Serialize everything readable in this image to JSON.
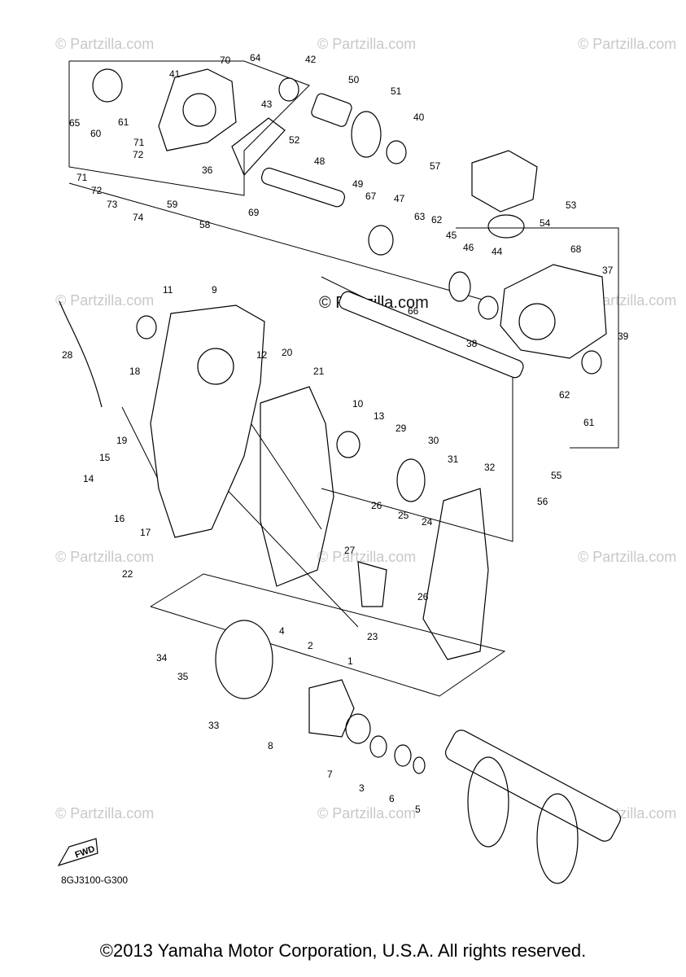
{
  "watermark_text": "© Partzilla.com",
  "center_watermark": "© Partzilla.com",
  "fwd_label": "FWD",
  "part_code": "8GJ3100-G300",
  "copyright": "©2013 Yamaha Motor Corporation, U.S.A. All rights reserved.",
  "callouts": [
    "1",
    "2",
    "3",
    "4",
    "5",
    "6",
    "7",
    "8",
    "9",
    "10",
    "11",
    "12",
    "13",
    "14",
    "15",
    "16",
    "17",
    "18",
    "19",
    "20",
    "21",
    "22",
    "23",
    "24",
    "25",
    "26",
    "26",
    "27",
    "28",
    "29",
    "30",
    "31",
    "32",
    "33",
    "34",
    "35",
    "36",
    "37",
    "38",
    "39",
    "40",
    "41",
    "42",
    "43",
    "44",
    "45",
    "46",
    "47",
    "48",
    "49",
    "50",
    "51",
    "52",
    "53",
    "54",
    "55",
    "56",
    "57",
    "58",
    "59",
    "60",
    "61",
    "61",
    "62",
    "62",
    "63",
    "64",
    "65",
    "66",
    "67",
    "68",
    "69",
    "70",
    "71",
    "71",
    "72",
    "72",
    "73",
    "74"
  ]
}
